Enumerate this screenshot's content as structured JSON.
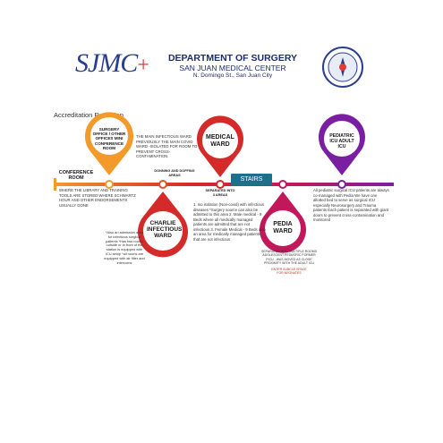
{
  "header": {
    "logo_text": "SJMC",
    "title": "DEPARTMENT OF SURGERY",
    "subtitle": "SAN JUAN MEDICAL CENTER",
    "address": "N. Domingo St., San Juan City"
  },
  "roadmap_title": "Accreditation Roadmap",
  "stairs_label": "STAIRS",
  "stops": {
    "conference": {
      "title": "CONFERENCE ROOM",
      "note": "WHERE THE LIBRARY AND TRAINING TOOLS ARE STORED WHERE SCHWARTZ HOUR AND OTHER ENDORSEMENTS USUALLY DONE"
    },
    "surgery_office": {
      "title": "SURGERY OFFICE / OTHER OFFICES MINI CONFERENCE ROOM"
    },
    "donning": {
      "title": "DONNING AND DOFFING AREAS",
      "note": "THE MAIN INFECTIOUS WARD PREVIOUSLY THE MAIN COVID WARD -ISOLATED FOR ROOM TO PREVENT CROSS-CONTAMINATION"
    },
    "charlie": {
      "title": "CHARLIE INFECTIOUS WARD",
      "note": "*Also an admission area for infectious surgical patients *Has two rooms outside or in front of the station is equipped with ICU setup *all rooms are equipped with air filter and intercoms"
    },
    "medical": {
      "title": "MEDICAL WARD",
      "sub": "SEPARATED INTO 3 AREAS",
      "note": "1. Iso isolation (Non-covid) with infectious diseases *Surgery source can also be admitted to this area 2. Male medical - 9 Beds where all medically managed patients are admitted that are not infectious 3. Female Medical - 9 Beds also an area for medically managed patients that are not infectious"
    },
    "pedia": {
      "title": "PEDIA WARD",
      "note": "SEPARATED INTO MULTIPLE ROOMS ADOLESCENT PEDIATRIC FORMER PICU - WAS MOVED AS CLOSE PROXIMITY WITH THE ADULT ICU",
      "note_red": "ENTER SUBCLE SPACE FOR NEONATES"
    },
    "icu": {
      "title": "PEDIATRIC ICU ADULT ICU",
      "note": "All pediatric surgical ICU patients are always co-managed with Pedia We have one allotted bed to serve as surgical ICU especially Neurosurgery and Trauma patients Each patient is separated with giant doors to prevent cross-contamination and monitored"
    }
  },
  "colors": {
    "brand_blue": "#2a3d8f",
    "accent_red": "#e03a3a",
    "pin_orange": "#f39a2b",
    "pin_red": "#d42a2a",
    "pin_magenta": "#c2185b",
    "pin_purple": "#7b1fa2",
    "stairs_teal": "#1f6e8c"
  }
}
